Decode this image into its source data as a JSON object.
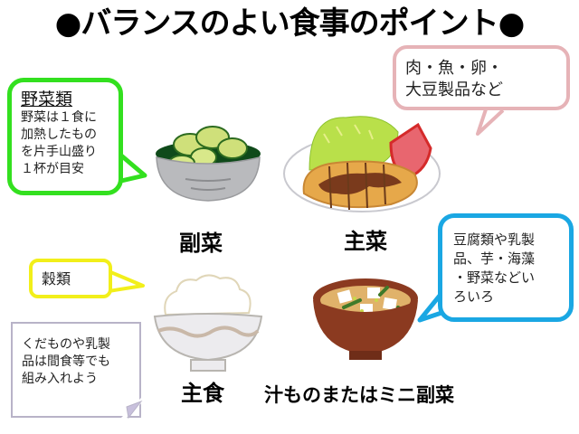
{
  "title": "●バランスのよい食事のポイント●",
  "bubbles": {
    "vegetables": {
      "heading": "野菜類",
      "lines": [
        "野菜は１食に",
        "加熱したもの",
        "を片手山盛り",
        "１杯が目安"
      ],
      "border_color": "#33e01f"
    },
    "protein": {
      "lines": [
        "肉・魚・卵・",
        "大豆製品など"
      ],
      "border_color": "#e6b3b7"
    },
    "soup": {
      "lines": [
        "豆腐類や乳製",
        "品、芋・海藻",
        "・野菜などい",
        "ろいろ"
      ],
      "border_color": "#1aa7e3"
    },
    "grains": {
      "lines": [
        "穀類"
      ],
      "border_color": "#f2ef1a"
    },
    "snack_note": {
      "lines": [
        "くだものや乳製",
        "品は間食等でも",
        "組み入れよう"
      ],
      "border_color": "#b8b3c8"
    }
  },
  "foods": {
    "side_dish": {
      "label": "副菜",
      "icon": "vegetable-bowl-icon"
    },
    "main_dish": {
      "label": "主菜",
      "icon": "pork-cutlet-plate-icon"
    },
    "staple": {
      "label": "主食",
      "icon": "rice-bowl-icon"
    },
    "soup": {
      "label": "汁ものまたはミニ副菜",
      "icon": "miso-soup-icon"
    }
  }
}
